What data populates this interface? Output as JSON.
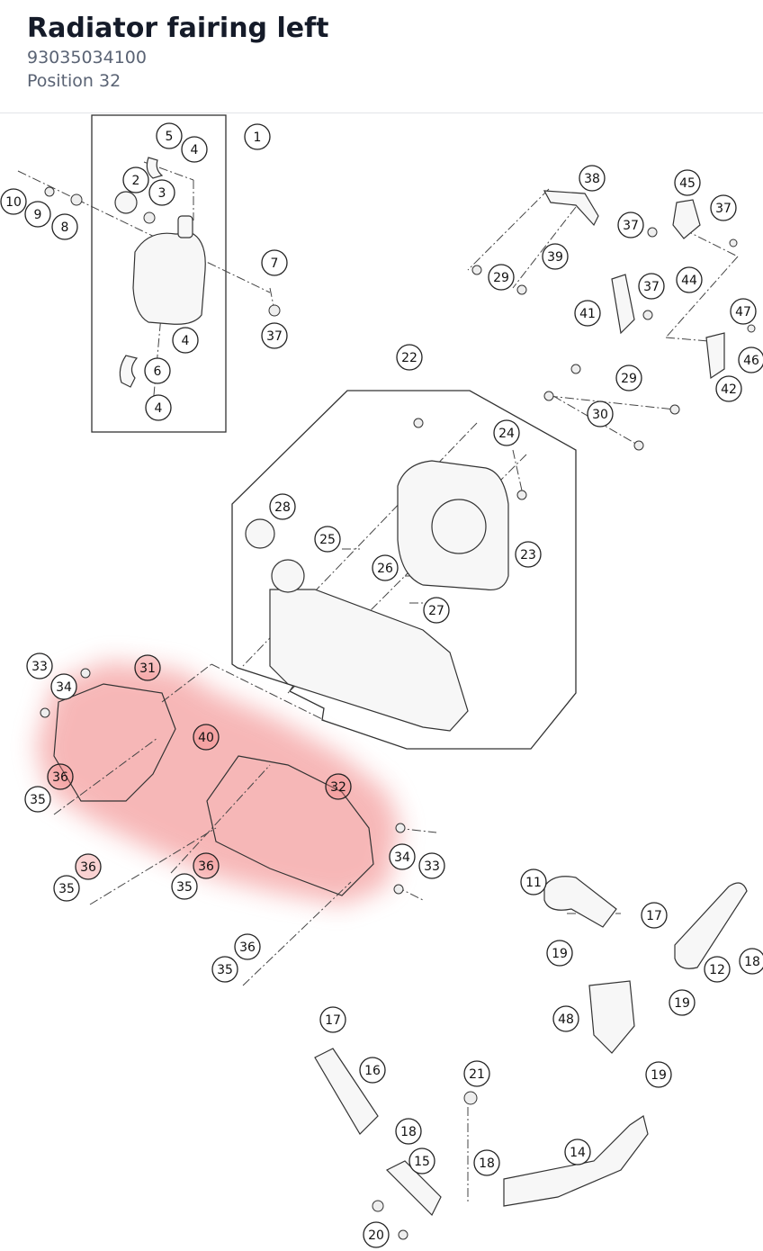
{
  "header": {
    "title": "Radiator fairing left",
    "part_number": "93035034100",
    "position": "Position 32"
  },
  "diagram": {
    "highlight_color": "#f07d7d",
    "highlighted_callouts": [
      "31",
      "40",
      "32",
      "36"
    ],
    "callouts": [
      "1",
      "2",
      "3",
      "4",
      "5",
      "6",
      "7",
      "8",
      "9",
      "10",
      "11",
      "12",
      "14",
      "15",
      "16",
      "17",
      "18",
      "19",
      "20",
      "21",
      "22",
      "23",
      "24",
      "25",
      "26",
      "27",
      "28",
      "29",
      "30",
      "31",
      "32",
      "33",
      "34",
      "35",
      "36",
      "37",
      "38",
      "39",
      "40",
      "41",
      "42",
      "44",
      "45",
      "46",
      "47",
      "48"
    ]
  }
}
